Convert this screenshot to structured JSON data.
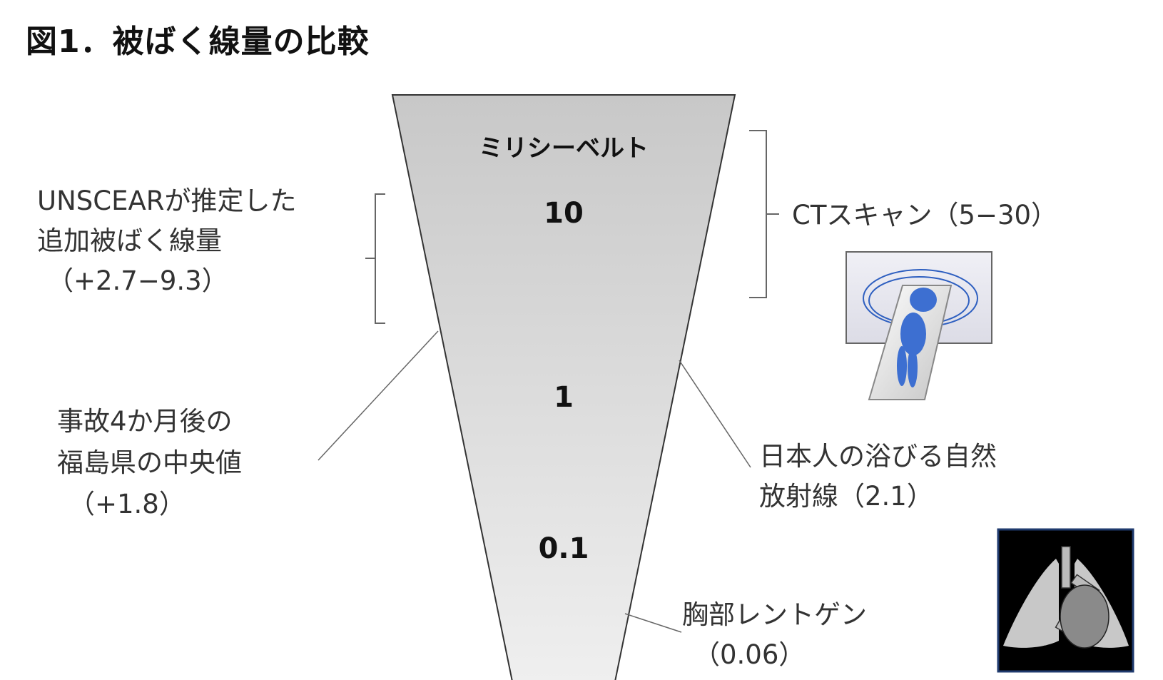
{
  "title": "図1．被ばく線量の比較",
  "funnel": {
    "unit": "ミリシーベルト",
    "ticks": [
      "10",
      "1",
      "0.1"
    ]
  },
  "labels": {
    "unscear": [
      "UNSCEARが推定した",
      "追加被ばく線量",
      "（+2.7−9.3）"
    ],
    "fukushima": [
      "事故4か月後の",
      "福島県の中央値",
      "（+1.8）"
    ],
    "ct": [
      "CTスキャン（5−30）"
    ],
    "natural": [
      "日本人の浴びる自然",
      "放射線（2.1）"
    ],
    "xray": [
      "胸部レントゲン",
      "（0.06）"
    ]
  },
  "icons": {
    "ct": "ct-scanner-icon",
    "xray": "chest-xray-icon"
  },
  "colors": {
    "funnel_top": "#c8c8c8",
    "funnel_bottom": "#efefef",
    "ct_figure": "#3d6fd1",
    "xray_bg": "#000000"
  }
}
